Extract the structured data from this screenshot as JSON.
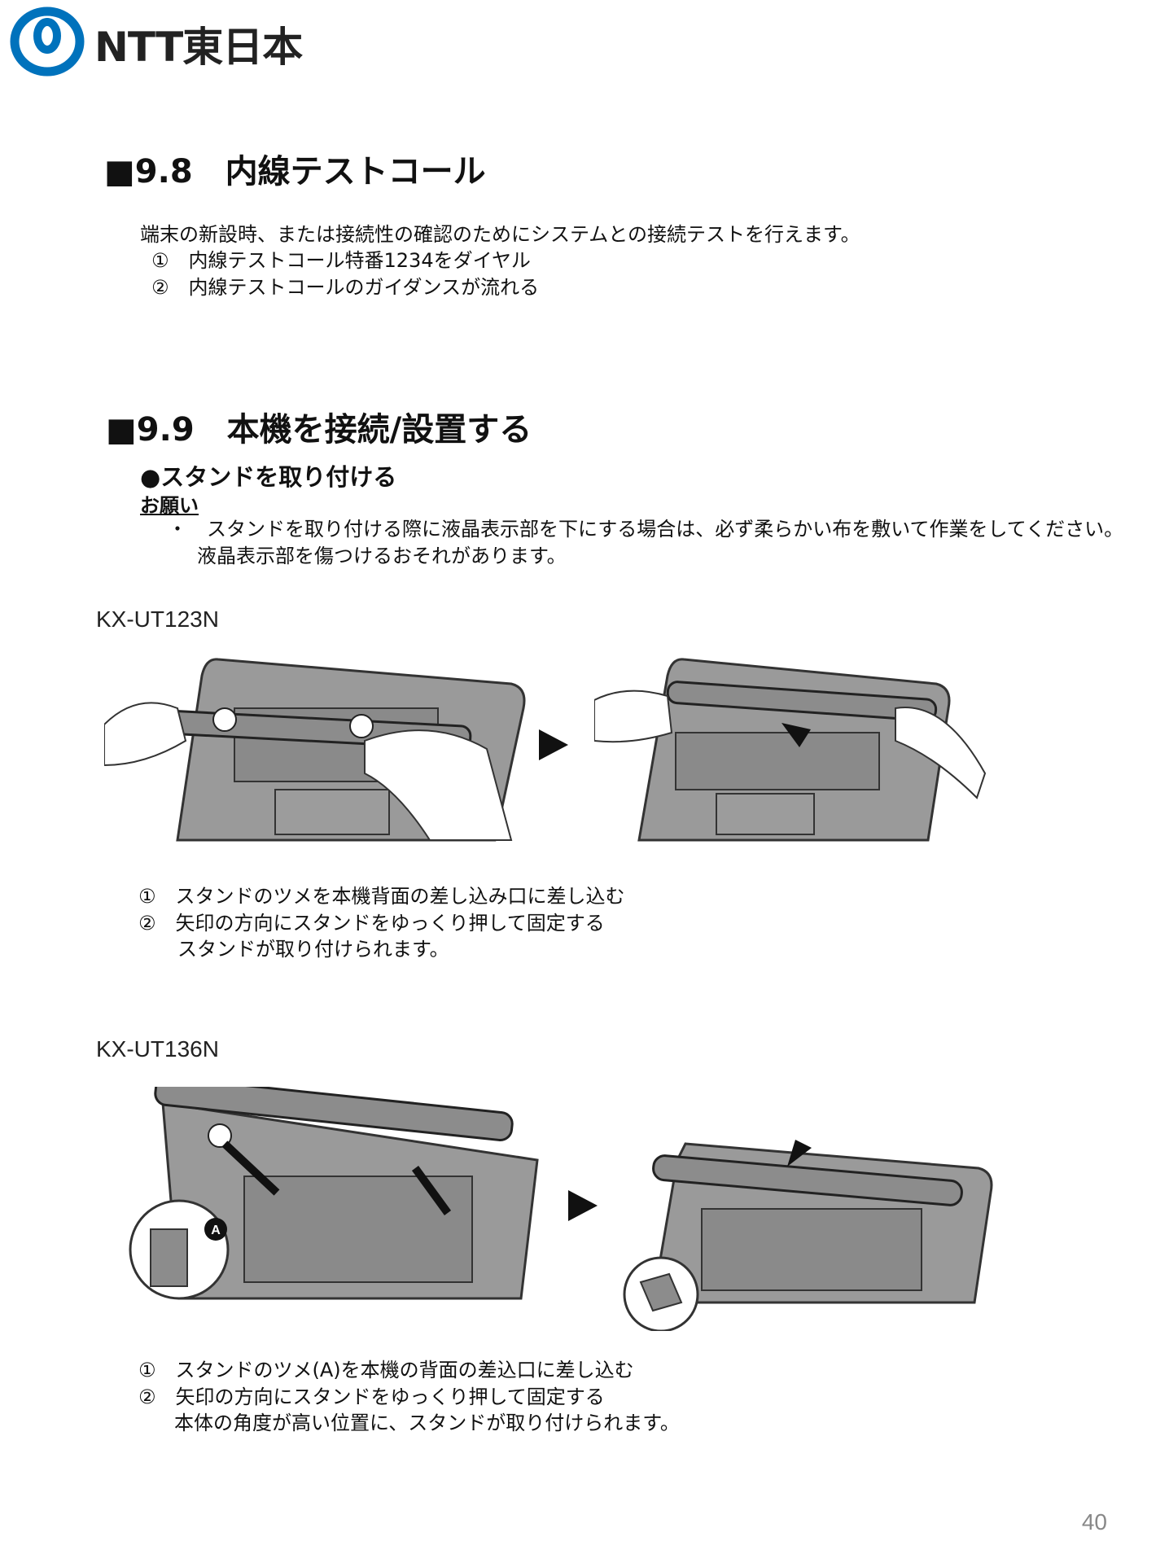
{
  "header": {
    "logo_text": "NTT東日本",
    "brand_color": "#0072bc"
  },
  "section_98": {
    "heading": "■9.8　内線テストコール",
    "intro": "端末の新設時、または接続性の確認のためにシステムとの接続テストを行えます。",
    "steps": [
      "①　内線テストコール特番1234をダイヤル",
      "②　内線テストコールのガイダンスが流れる"
    ]
  },
  "section_99": {
    "heading": "■9.9　本機を接続/設置する",
    "subheading": "●スタンドを取り付ける",
    "note_label": "お願い",
    "note_lines": [
      "・　スタンドを取り付ける際に液晶表示部を下にする場合は、必ず柔らかい布を敷いて作業をしてください。",
      "液晶表示部を傷つけるおそれがあります。"
    ]
  },
  "model_ut123n": {
    "name": "KX-UT123N",
    "steps": [
      "①　スタンドのツメを本機背面の差し込み口に差し込む",
      "②　矢印の方向にスタンドをゆっくり押して固定する",
      "スタンドが取り付けられます。"
    ]
  },
  "model_ut136n": {
    "name": "KX-UT136N",
    "callout_letter": "A",
    "steps": [
      "①　スタンドのツメ(A)を本機の背面の差込口に差し込む",
      "②　矢印の方向にスタンドをゆっくり押して固定する",
      "本体の角度が高い位置に、スタンドが取り付けられます。"
    ]
  },
  "page_number": "40"
}
